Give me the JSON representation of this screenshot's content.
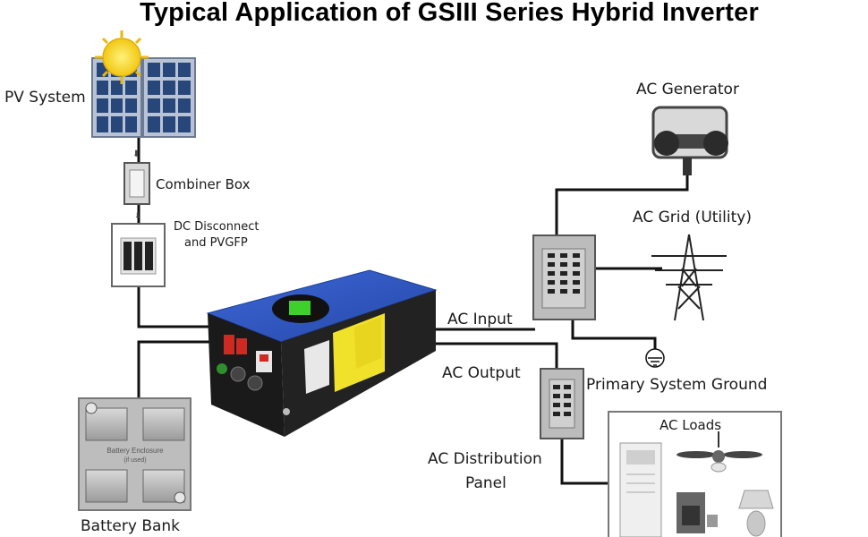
{
  "title": "Typical Application of GSIII Series Hybrid Inverter",
  "labels": {
    "pv_system": "PV System",
    "combiner_box": "Combiner Box",
    "dc_disconnect_line1": "DC Disconnect",
    "dc_disconnect_line2": "and PVGFP",
    "ac_generator": "AC Generator",
    "ac_grid": "AC Grid (Utility)",
    "ac_input": "AC Input",
    "ac_output": "AC Output",
    "primary_ground": "Primary System Ground",
    "ac_distribution_line1": "AC Distribution",
    "ac_distribution_line2": "Panel",
    "ac_loads": "AC Loads",
    "battery_bank": "Battery Bank",
    "battery_enclosure_line1": "Battery Enclosure",
    "battery_enclosure_line2": "(if used)"
  },
  "colors": {
    "inverter_blue": "#2f57c4",
    "solar_panel_blue": "#27467a",
    "sun_yellow": "#f5d21c",
    "warning_yellow": "#f0e12a",
    "breaker_red": "#cc2a22",
    "display_green": "#3fd12b",
    "wire": "#111111"
  }
}
